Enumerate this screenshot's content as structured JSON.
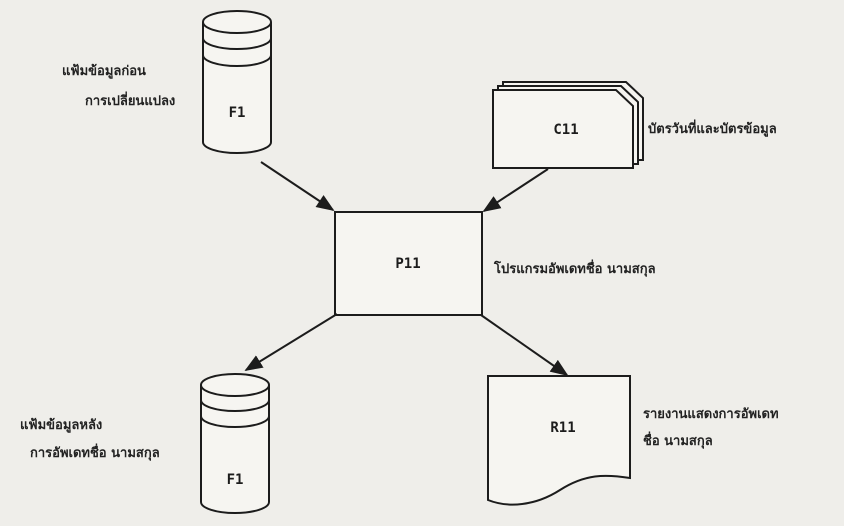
{
  "nodes": {
    "file_top": {
      "code": "F1",
      "label_line1": "แฟ้มข้อมูลก่อน",
      "label_line2": "การเปลี่ยนแปลง"
    },
    "cards": {
      "code": "C11",
      "label": "บัตรวันที่และบัตรข้อมูล"
    },
    "process": {
      "code": "P11",
      "label": "โปรแกรมอัพเดทชื่อ นามสกุล"
    },
    "file_bottom": {
      "code": "F1",
      "label_line1": "แฟ้มข้อมูลหลัง",
      "label_line2": "การอัพเดทชื่อ นามสกุล"
    },
    "report": {
      "code": "R11",
      "label_line1": "รายงานแสดงการอัพเดท",
      "label_line2": "ชื่อ นามสกุล"
    }
  },
  "colors": {
    "ink": "#1c1c1c",
    "paper": "#efeeea",
    "shape_fill": "#f6f5f1"
  }
}
